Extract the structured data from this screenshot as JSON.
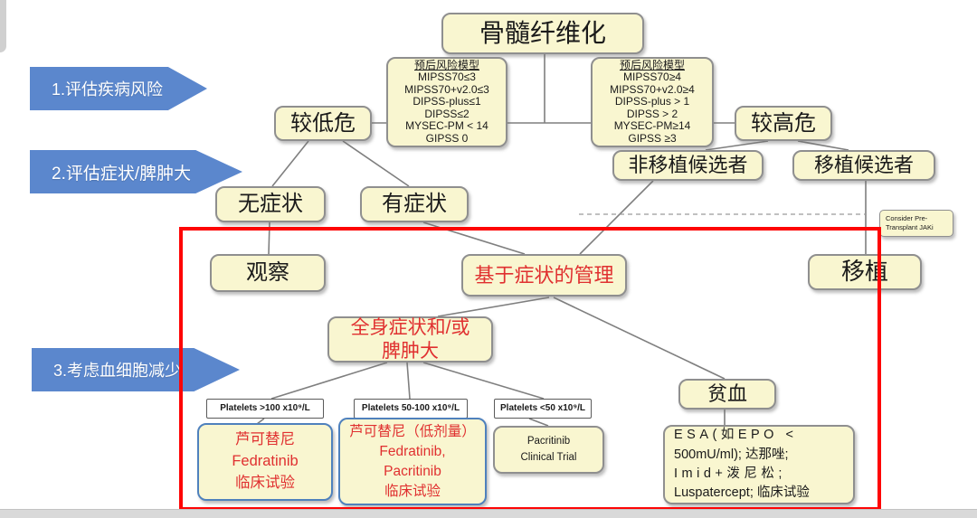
{
  "diagram": {
    "root_title": "骨髓纤维化",
    "step_arrows": [
      "1.评估疾病风险",
      "2.评估症状/脾肿大",
      "3.考虑血细胞减少"
    ],
    "prognosis_low": {
      "title": "预后风险模型",
      "lines": [
        "MIPSS70≤3",
        "MIPSS70+v2.0≤3",
        "DIPSS-plus≤1",
        "DIPSS≤2",
        "MYSEC-PM < 14",
        "GIPSS 0"
      ]
    },
    "prognosis_high": {
      "title": "预后风险模型",
      "lines": [
        "MIPSS70≥4",
        "MIPSS70+v2.0≥4",
        "DIPSS-plus > 1",
        "DIPSS > 2",
        "MYSEC-PM≥14",
        "GIPSS ≥3"
      ]
    },
    "nodes": {
      "lower_risk": "较低危",
      "higher_risk": "较高危",
      "no_symptoms": "无症状",
      "symptoms": "有症状",
      "non_transplant_candidate": "非移植候选者",
      "transplant_candidate": "移植候选者",
      "observation": "观察",
      "symptom_based_management": "基于症状的管理",
      "transplant": "移植",
      "consider_jaki_line1": "Consider Pre-",
      "consider_jaki_line2": "Transplant JAKi",
      "systemic_line1": "全身症状和/或",
      "systemic_line2": "脾肿大",
      "anemia": "贫血"
    },
    "platelet_labels": [
      "Platelets >100 x10⁹/L",
      "Platelets 50-100 x10⁹/L",
      "Platelets <50 x10⁹/L"
    ],
    "treatments": {
      "t1": {
        "lines": [
          "芦可替尼",
          "Fedratinib",
          "临床试验"
        ]
      },
      "t2": {
        "lines": [
          "芦可替尼（低剂量）",
          "Fedratinib,",
          "Pacritinib",
          "临床试验"
        ]
      },
      "t3": {
        "lines": [
          "Pacritinib",
          "Clinical Trial"
        ]
      },
      "anemia_tx": {
        "lines": [
          "ESA(如EPO <",
          "500mU/ml); 达那唑;",
          "Imid+泼尼松;",
          "Luspatercept; 临床试验"
        ]
      }
    },
    "colors": {
      "accent_text_red": "#e03030",
      "annotation_red": "#fe0505",
      "arrow_blue": "#5b87cd",
      "node_yellow": "#f9f6d0",
      "treatment_border_blue": "#4f81bd"
    }
  }
}
